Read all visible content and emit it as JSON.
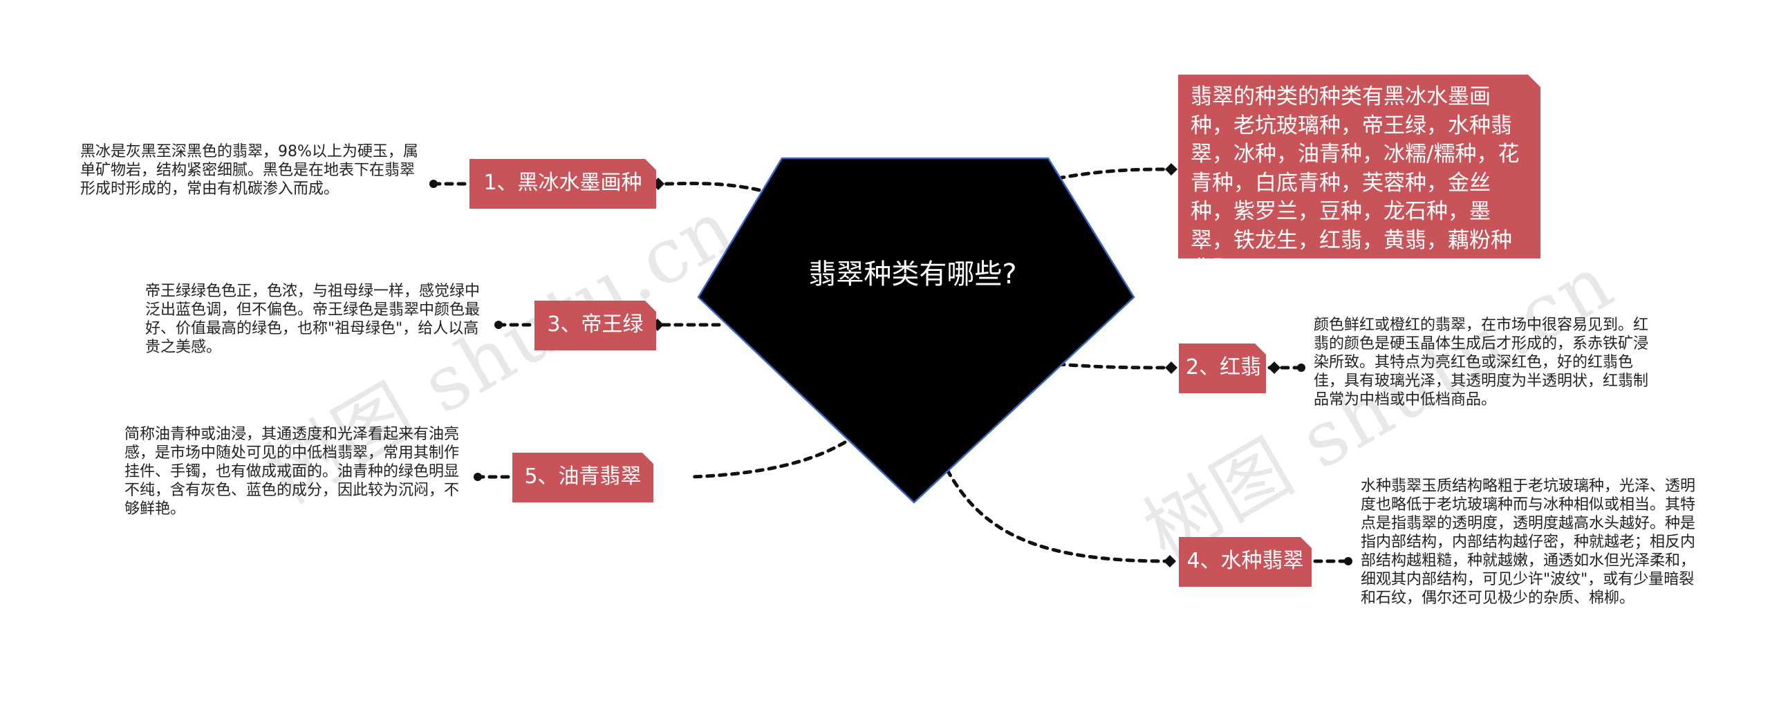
{
  "center": {
    "title": "翡翠种类有哪些?"
  },
  "summary": {
    "text": "翡翠的种类的种类有黑冰水墨画种，老坑玻璃种，帝王绿，水种翡翠，冰种，油青种，冰糯/糯种，花青种，白底青种，芙蓉种，金丝种，紫罗兰，豆种，龙石种，墨翠，铁龙生，红翡，黄翡，藕粉种翡翠。"
  },
  "branches": {
    "b1": {
      "label": "1、黑冰水墨画种",
      "desc": "黑冰是灰黑至深黑色的翡翠，98%以上为硬玉，属单矿物岩，结构紧密细腻。黑色是在地表下在翡翠形成时形成的，常由有机碳渗入而成。"
    },
    "b2": {
      "label": "2、红翡",
      "desc": "颜色鲜红或橙红的翡翠，在市场中很容易见到。红翡的颜色是硬玉晶体生成后才形成的，系赤铁矿浸染所致。其特点为亮红色或深红色，好的红翡色佳，具有玻璃光泽，其透明度为半透明状，红翡制品常为中档或中低档商品。"
    },
    "b3": {
      "label": "3、帝王绿",
      "desc": "帝王绿绿色色正，色浓，与祖母绿一样，感觉绿中泛出蓝色调，但不偏色。帝王绿色是翡翠中颜色最好、价值最高的绿色，也称\"祖母绿色\"，给人以高贵之美感。"
    },
    "b4": {
      "label": "4、水种翡翠",
      "desc": "水种翡翠玉质结构略粗于老坑玻璃种，光泽、透明度也略低于老坑玻璃种而与冰种相似或相当。其特点是指翡翠的透明度，透明度越高水头越好。种是指内部结构，内部结构越仔密，种就越老；相反内部结构越粗糙，种就越嫩，通透如水但光泽柔和，细观其内部结构，可见少许\"波纹\"，或有少量暗裂和石纹，偶尔还可见极少的杂质、棉柳。"
    },
    "b5": {
      "label": "5、油青翡翠",
      "desc": "简称油青种或油浸，其通透度和光泽看起来有油亮感，是市场中随处可见的中低档翡翠，常用其制作挂件、手镯，也有做成戒面的。油青种的绿色明显不纯，含有灰色、蓝色的成分，因此较为沉闷，不够鲜艳。"
    }
  },
  "watermarks": [
    "树图 shutu.cn",
    "树图 shutu.cn"
  ],
  "colors": {
    "tag": "#c8545a",
    "center": "#000000",
    "center_outline": "#3a66c4"
  }
}
